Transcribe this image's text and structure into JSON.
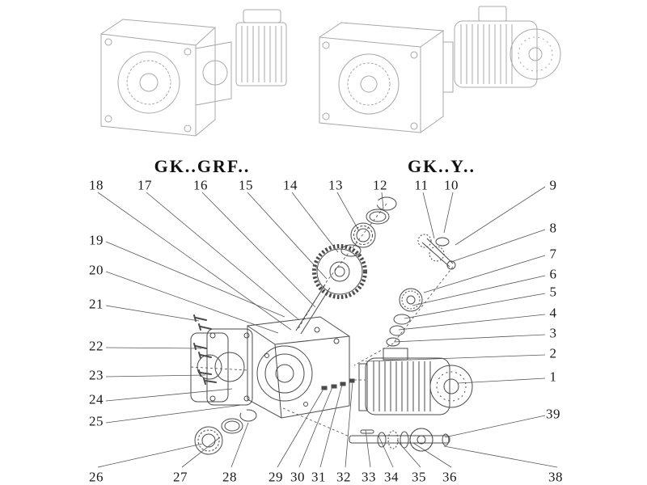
{
  "title_labels": {
    "left": "GK..GRF..",
    "right": "GK..Y.."
  },
  "callouts": {
    "top": [
      "18",
      "17",
      "16",
      "15",
      "14",
      "13",
      "12",
      "11",
      "10"
    ],
    "right": [
      "9",
      "8",
      "7",
      "6",
      "5",
      "4",
      "3",
      "2",
      "1",
      "39"
    ],
    "left": [
      "19",
      "20",
      "21",
      "22",
      "23",
      "24",
      "25"
    ],
    "bottom": [
      "26",
      "27",
      "28",
      "29",
      "30",
      "31",
      "32",
      "33",
      "34",
      "35",
      "36",
      "38"
    ]
  },
  "colors": {
    "background": "#ffffff",
    "drawing_light": "#a8a8a8",
    "drawing_dark": "#4a4a4a",
    "text": "#1a1a1a"
  }
}
